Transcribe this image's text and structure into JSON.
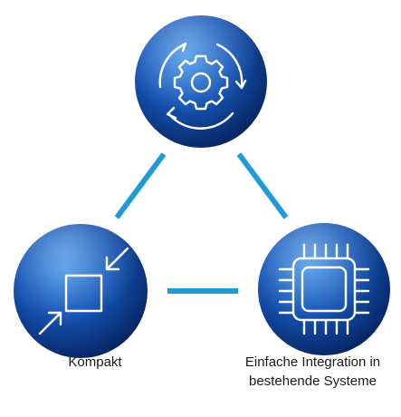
{
  "colors": {
    "connector": "#1f9bd8",
    "circle_light": "#2f7fdc",
    "circle_dark": "#06235f",
    "icon_stroke": "#ffffff"
  },
  "nodes": {
    "top": {
      "icon": "gear-cycle-icon",
      "label": ""
    },
    "left": {
      "icon": "compress-arrows-icon",
      "label": "Kompakt"
    },
    "right": {
      "icon": "chip-icon",
      "label_line1": "Einfache Integration in",
      "label_line2": "bestehende Systeme"
    }
  }
}
